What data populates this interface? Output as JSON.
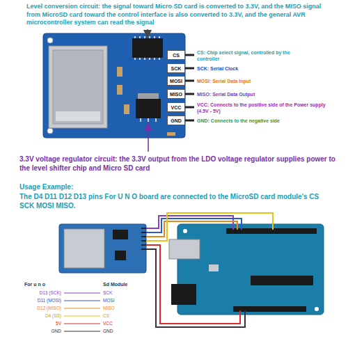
{
  "diagram": {
    "nodes": [
      {
        "text": [
          "CS"
        ]
      },
      {
        "text": [
          "SCK"
        ]
      },
      {
        "text": [
          "MOSI"
        ]
      },
      {
        "text": [
          "MISO"
        ]
      },
      {
        "text": [
          "VCC"
        ]
      },
      {
        "text": [
          "GND"
        ]
      }
    ],
    "labels": [
      "Level conversion circuit: the signal toward Micro SD card is converted to 3.3V, and the MISO signal from MicroSD card toward the control interface is also converted to 3.3V, and the general AVR microcontroller system can read the signal",
      "CS: Chip select signal, controlled by the controller",
      "SCK: Serial Clock",
      "MOSI: Serial Data Input",
      "MISO: Serial Data Output",
      "VCC: Connects to the positive side of the Power supply (4.5V - 5V)",
      "GND: Connects to the negative side",
      "3.3V voltage regulator circuit: the 3.3V output from the LDO voltage regulator supplies power to the level shifter chip and Micro SD card",
      "Usage Example:",
      "The D4 D11 D12 D13 pins For U N O board are connected to the MicroSD card module's CS SCK MOSI MISO.",
      "For u n o",
      "Sd Module",
      "D13 (SCK)",
      "SCK",
      "D11 (MOSI)",
      "MOSI",
      "D12 (MISO)",
      "MISO",
      "D4 (SS)",
      "CS",
      "5V",
      "VCC",
      "GND",
      "GND"
    ]
  }
}
